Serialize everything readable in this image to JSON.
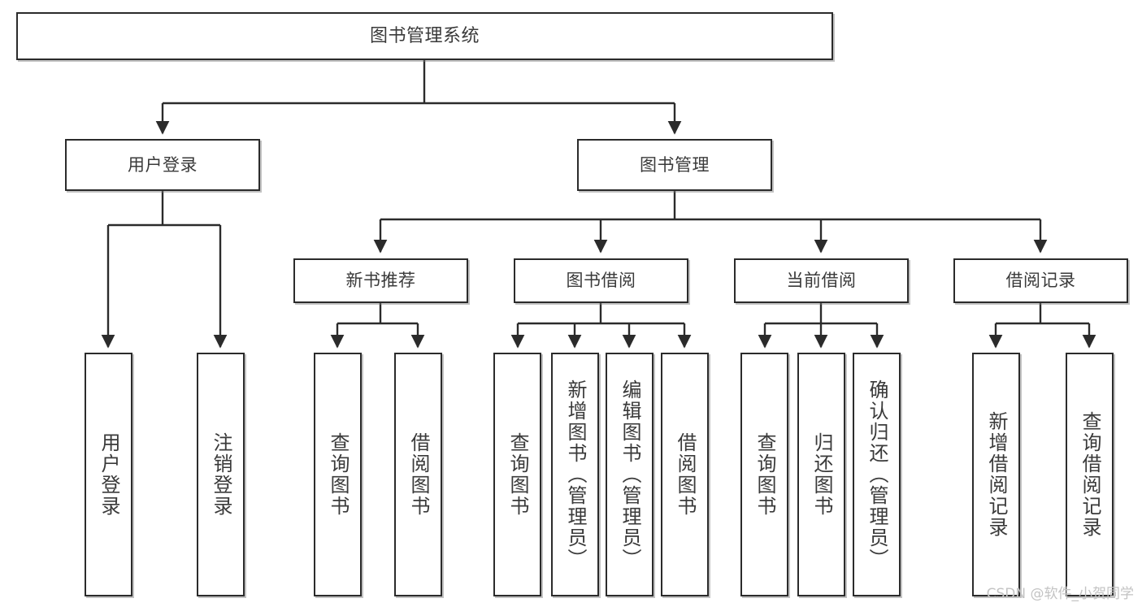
{
  "diagram": {
    "title": "图书管理系统",
    "type": "tree-hierarchy",
    "root": {
      "id": "root",
      "label": "图书管理系统"
    },
    "level2": [
      {
        "id": "user-login",
        "label": "用户登录"
      },
      {
        "id": "book-manage",
        "label": "图书管理"
      }
    ],
    "level3": [
      {
        "id": "new-book-rec",
        "label": "新书推荐"
      },
      {
        "id": "book-borrow",
        "label": "图书借阅"
      },
      {
        "id": "current-borrow",
        "label": "当前借阅"
      },
      {
        "id": "borrow-record",
        "label": "借阅记录"
      }
    ],
    "leaves": {
      "user_login": [
        {
          "id": "leaf-user-login",
          "label": "用户登录"
        },
        {
          "id": "leaf-user-logout",
          "label": "注销登录"
        }
      ],
      "new_book_rec": [
        {
          "id": "leaf-query-book-1",
          "label": "查询图书"
        },
        {
          "id": "leaf-borrow-book-1",
          "label": "借阅图书"
        }
      ],
      "book_borrow": [
        {
          "id": "leaf-query-book-2",
          "label": "查询图书"
        },
        {
          "id": "leaf-add-book",
          "label": "新增图书（管理员）"
        },
        {
          "id": "leaf-edit-book",
          "label": "编辑图书（管理员）"
        },
        {
          "id": "leaf-borrow-book-2",
          "label": "借阅图书"
        }
      ],
      "current_borrow": [
        {
          "id": "leaf-query-book-3",
          "label": "查询图书"
        },
        {
          "id": "leaf-return-book",
          "label": "归还图书"
        },
        {
          "id": "leaf-confirm-return",
          "label": "确认归还（管理员）"
        }
      ],
      "borrow_record": [
        {
          "id": "leaf-add-record",
          "label": "新增借阅记录"
        },
        {
          "id": "leaf-query-record",
          "label": "查询借阅记录"
        }
      ]
    }
  },
  "watermark": {
    "text": "CSDN @软件_小贺同学"
  },
  "colors": {
    "stroke": "#2b2b2b",
    "fill": "#ffffff",
    "text": "#3a3a3a",
    "watermark": "#c3c3c3"
  }
}
